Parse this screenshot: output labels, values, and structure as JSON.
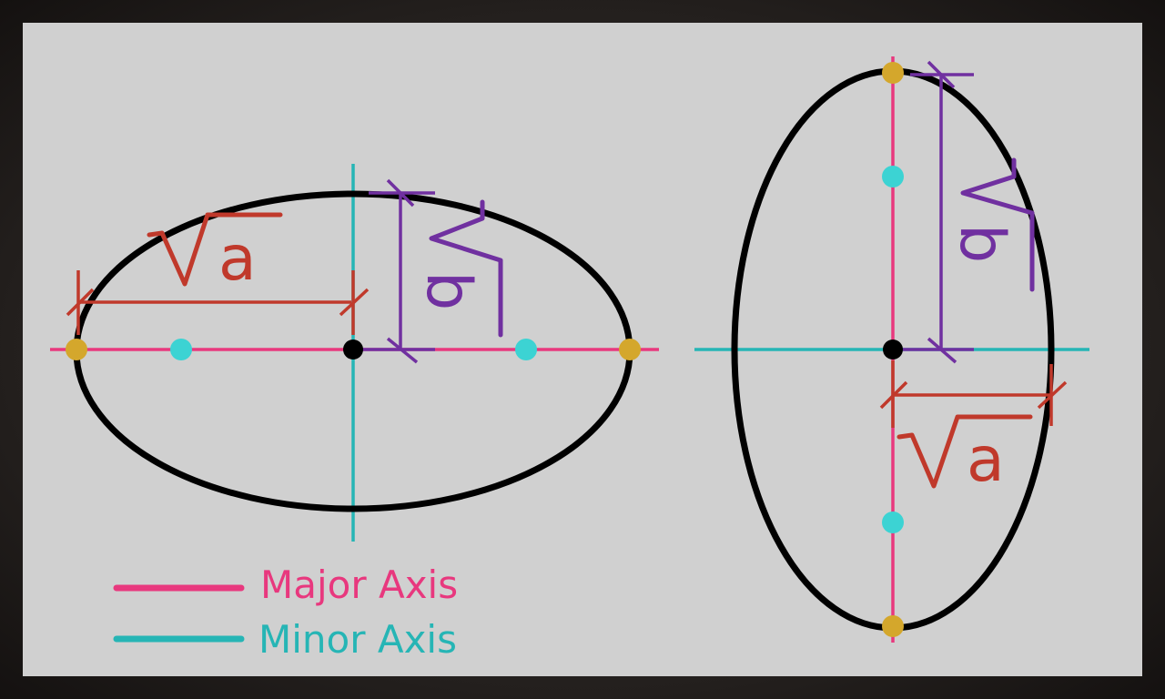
{
  "colors": {
    "major": "#e8387e",
    "minor": "#26b5b5",
    "measure_a": "#c0392b",
    "measure_b": "#7030a0",
    "vertex": "#d4a72c",
    "focus": "#3cd3d3",
    "center": "#000000",
    "ellipse": "#000000",
    "background": "#d0d0d0"
  },
  "labels": {
    "a_symbol": "√a",
    "b_symbol": "√b"
  },
  "legend": {
    "major_label": "Major Axis",
    "minor_label": "Minor Axis"
  },
  "left_ellipse": {
    "orientation": "horizontal"
  },
  "right_ellipse": {
    "orientation": "vertical"
  }
}
